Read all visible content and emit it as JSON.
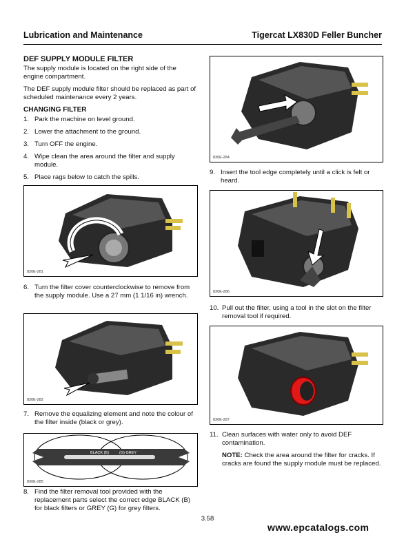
{
  "header": {
    "left": "Lubrication and Maintenance",
    "right": "Tigercat LX830D Feller Buncher"
  },
  "section": {
    "title": "DEF SUPPLY MODULE FILTER",
    "p1": "The supply module is located on the right side of the engine compartment.",
    "p2": "The DEF supply module filter should be replaced as part of scheduled maintenance every 2 years.",
    "subtitle": "CHANGING FILTER"
  },
  "steps": [
    {
      "n": "1.",
      "text": "Park the machine on level ground."
    },
    {
      "n": "2.",
      "text": "Lower the attachment to the ground."
    },
    {
      "n": "3.",
      "text": "Turn OFF the engine."
    },
    {
      "n": "4.",
      "text": "Wipe clean the area around the filter and supply module."
    },
    {
      "n": "5.",
      "text": "Place rags below to catch the spills."
    },
    {
      "n": "6.",
      "text": "Turn the filter cover counterclockwise to remove from the supply module. Use a 27 mm (1 1/16 in) wrench."
    },
    {
      "n": "7.",
      "text": "Remove the equalizing element and note the colour of the filter inside (black or grey)."
    },
    {
      "n": "8.",
      "text": "Find the filter removal tool provided with the replacement parts select the correct edge BLACK (B) for black filters or GREY (G) for grey filters."
    },
    {
      "n": "9.",
      "text": "Insert the tool edge completely until a click is felt or heard."
    },
    {
      "n": "10.",
      "text": "Pull out the filter, using a tool in the slot on the filter removal tool if required."
    },
    {
      "n": "11.",
      "text": "Clean surfaces with water only to avoid DEF contamination."
    }
  ],
  "note": {
    "label": "NOTE:",
    "text": " Check the area around the filter for cracks. If cracks are found the supply module must be replaced."
  },
  "figures": {
    "f281": "830E-281",
    "f282": "830E-282",
    "f285": "830E-285",
    "f284": "830E-284",
    "f286": "830E-286",
    "f287": "830E-287",
    "tool_black": "BLACK (B)",
    "tool_grey": "(G) GREY"
  },
  "footer": {
    "page": "3.58",
    "watermark": "www.epcatalogs.com"
  }
}
